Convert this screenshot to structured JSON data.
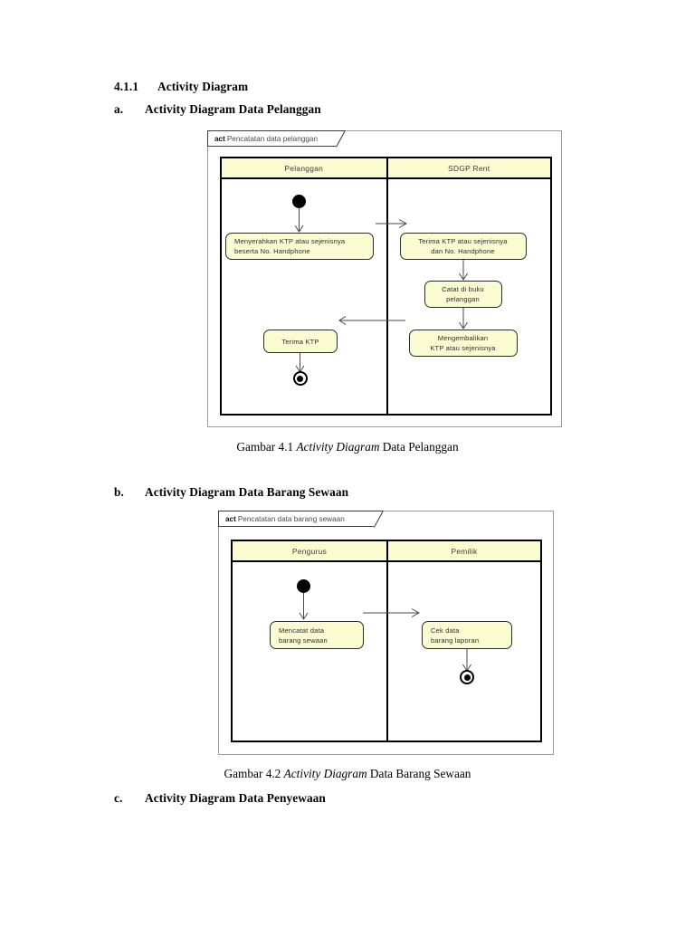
{
  "document": {
    "section_heading": {
      "number": "4.1.1",
      "text": "Activity Diagram"
    },
    "items": [
      {
        "marker": "a.",
        "text": "Activity Diagram Data Pelanggan"
      },
      {
        "marker": "b.",
        "text": "Activity Diagram Data Barang Sewaan"
      },
      {
        "marker": "c.",
        "text": "Activity Diagram Data Penyewaan"
      }
    ],
    "captions": [
      {
        "prefix": "Gambar 4.1 ",
        "italic": "Activity Diagram",
        "suffix": " Data Pelanggan"
      },
      {
        "prefix": "Gambar 4.2 ",
        "italic": "Activity Diagram",
        "suffix": " Data Barang Sewaan"
      }
    ]
  },
  "diagram1": {
    "keyword": "act",
    "title": "Pencatatan data pelanggan",
    "lanes": [
      {
        "name": "Pelanggan"
      },
      {
        "name": "SDGP Rent"
      }
    ],
    "nodes": {
      "start": "initial-node",
      "a1": "Menyerahkan KTP atau sejenisnya beserta No. Handphone",
      "a1_line1": "Menyerahkan KTP atau sejenisnya",
      "a1_line2": "beserta No. Handphone",
      "b1_line1": "Terima KTP atau sejenisnya",
      "b1_line2": "dan No. Handphone",
      "b2_line1": "Catat di buku",
      "b2_line2": "pelanggan",
      "b3_line1": "Mengembalikan",
      "b3_line2": "KTP atau sejenisnya",
      "a2": "Terima KTP",
      "end": "final-node"
    }
  },
  "diagram2": {
    "keyword": "act",
    "title": "Pencatatan data barang sewaan",
    "lanes": [
      {
        "name": "Pengurus"
      },
      {
        "name": "Pemilik"
      }
    ],
    "nodes": {
      "start": "initial-node",
      "a1_line1": "Mencatat data",
      "a1_line2": "barang sewaan",
      "b1_line1": "Cek data",
      "b1_line2": "barang laporan",
      "end": "final-node"
    }
  },
  "colors": {
    "node_fill": "#fbfbd2",
    "node_border": "#2b2b2b",
    "lane_border": "#000000",
    "frame_border": "#9a9a9a",
    "connector": "#4a4a4a",
    "text": "#2e2e2e",
    "page_background": "#ffffff"
  }
}
